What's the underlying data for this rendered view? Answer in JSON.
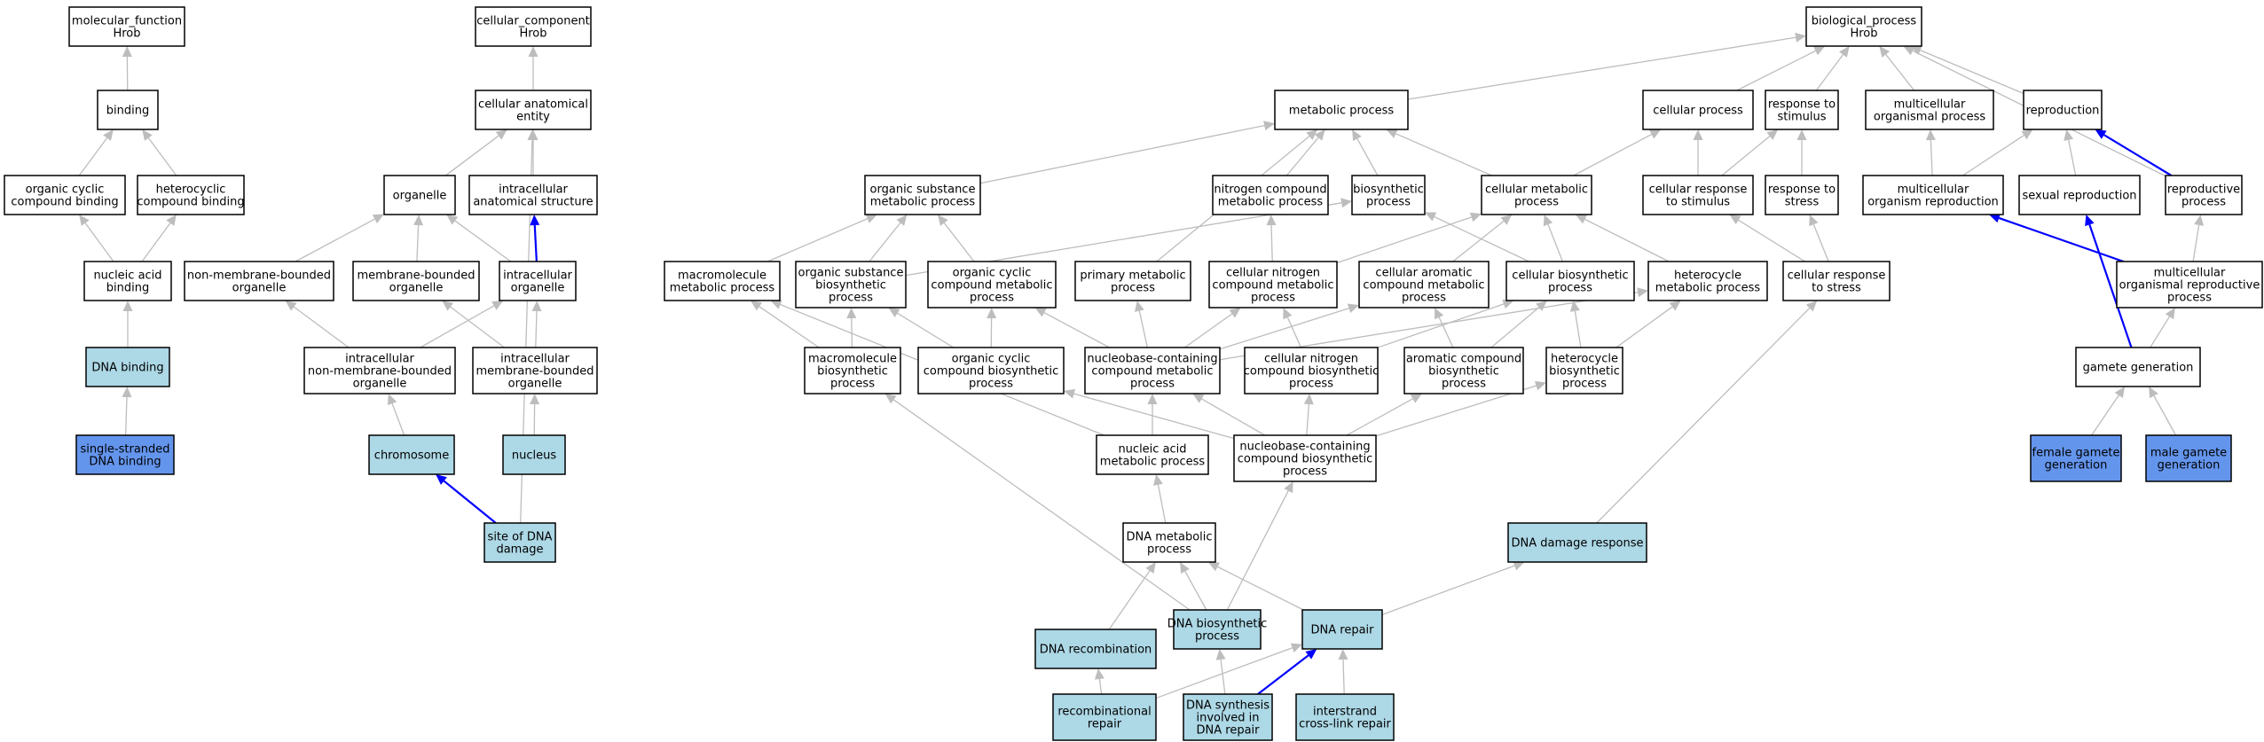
{
  "colors": {
    "default_fill": "#ffffff",
    "light_fill": "#add8e6",
    "dark_fill": "#6495ed",
    "edge_default": "#bdbdbd",
    "edge_highlight": "#0000ff"
  },
  "nodes": {
    "mf": {
      "lines": [
        "molecular_function",
        "Hrob"
      ],
      "fill": "white"
    },
    "binding": {
      "lines": [
        "binding"
      ],
      "fill": "white"
    },
    "ocb": {
      "lines": [
        "organic cyclic",
        "compound binding"
      ],
      "fill": "white"
    },
    "hcb": {
      "lines": [
        "heterocyclic",
        "compound binding"
      ],
      "fill": "white"
    },
    "nab": {
      "lines": [
        "nucleic acid",
        "binding"
      ],
      "fill": "white"
    },
    "dnab": {
      "lines": [
        "DNA binding"
      ],
      "fill": "light"
    },
    "ssdna": {
      "lines": [
        "single-stranded",
        "DNA binding"
      ],
      "fill": "dark"
    },
    "cc": {
      "lines": [
        "cellular_component",
        "Hrob"
      ],
      "fill": "white"
    },
    "cae": {
      "lines": [
        "cellular anatomical",
        "entity"
      ],
      "fill": "white"
    },
    "organelle": {
      "lines": [
        "organelle"
      ],
      "fill": "white"
    },
    "ias": {
      "lines": [
        "intracellular",
        "anatomical structure"
      ],
      "fill": "white"
    },
    "nmbo": {
      "lines": [
        "non-membrane-bounded",
        "organelle"
      ],
      "fill": "white"
    },
    "mbo": {
      "lines": [
        "membrane-bounded",
        "organelle"
      ],
      "fill": "white"
    },
    "io": {
      "lines": [
        "intracellular",
        "organelle"
      ],
      "fill": "white"
    },
    "inmbo": {
      "lines": [
        "intracellular",
        "non-membrane-bounded",
        "organelle"
      ],
      "fill": "white"
    },
    "imbo": {
      "lines": [
        "intracellular",
        "membrane-bounded",
        "organelle"
      ],
      "fill": "white"
    },
    "chrom": {
      "lines": [
        "chromosome"
      ],
      "fill": "light"
    },
    "nucleus": {
      "lines": [
        "nucleus"
      ],
      "fill": "light"
    },
    "sdd": {
      "lines": [
        "site of DNA",
        "damage"
      ],
      "fill": "light"
    },
    "bp": {
      "lines": [
        "biological_process",
        "Hrob"
      ],
      "fill": "white"
    },
    "mp": {
      "lines": [
        "metabolic process"
      ],
      "fill": "white"
    },
    "cp": {
      "lines": [
        "cellular process"
      ],
      "fill": "white"
    },
    "rts": {
      "lines": [
        "response to",
        "stimulus"
      ],
      "fill": "white"
    },
    "mop": {
      "lines": [
        "multicellular",
        "organismal process"
      ],
      "fill": "white"
    },
    "repro": {
      "lines": [
        "reproduction"
      ],
      "fill": "white"
    },
    "osmp": {
      "lines": [
        "organic substance",
        "metabolic process"
      ],
      "fill": "white"
    },
    "ncmp": {
      "lines": [
        "nitrogen compound",
        "metabolic process"
      ],
      "fill": "white"
    },
    "bsp": {
      "lines": [
        "biosynthetic",
        "process"
      ],
      "fill": "white"
    },
    "cmp": {
      "lines": [
        "cellular metabolic",
        "process"
      ],
      "fill": "white"
    },
    "crts": {
      "lines": [
        "cellular response",
        "to stimulus"
      ],
      "fill": "white"
    },
    "rtstress": {
      "lines": [
        "response to",
        "stress"
      ],
      "fill": "white"
    },
    "mor": {
      "lines": [
        "multicellular",
        "organism reproduction"
      ],
      "fill": "white"
    },
    "sr": {
      "lines": [
        "sexual reproduction"
      ],
      "fill": "white"
    },
    "rp": {
      "lines": [
        "reproductive",
        "process"
      ],
      "fill": "white"
    },
    "mmp": {
      "lines": [
        "macromolecule",
        "metabolic process"
      ],
      "fill": "white"
    },
    "osbp": {
      "lines": [
        "organic substance",
        "biosynthetic",
        "process"
      ],
      "fill": "white"
    },
    "occmp": {
      "lines": [
        "organic cyclic",
        "compound metabolic",
        "process"
      ],
      "fill": "white"
    },
    "pmp": {
      "lines": [
        "primary metabolic",
        "process"
      ],
      "fill": "white"
    },
    "cncmp": {
      "lines": [
        "cellular nitrogen",
        "compound metabolic",
        "process"
      ],
      "fill": "white"
    },
    "cacmp": {
      "lines": [
        "cellular aromatic",
        "compound metabolic",
        "process"
      ],
      "fill": "white"
    },
    "cbp": {
      "lines": [
        "cellular biosynthetic",
        "process"
      ],
      "fill": "white"
    },
    "hmp": {
      "lines": [
        "heterocycle",
        "metabolic process"
      ],
      "fill": "white"
    },
    "crtstress": {
      "lines": [
        "cellular response",
        "to stress"
      ],
      "fill": "white"
    },
    "morp": {
      "lines": [
        "multicellular",
        "organismal reproductive",
        "process"
      ],
      "fill": "white"
    },
    "mbp": {
      "lines": [
        "macromolecule",
        "biosynthetic",
        "process"
      ],
      "fill": "white"
    },
    "occbp": {
      "lines": [
        "organic cyclic",
        "compound biosynthetic",
        "process"
      ],
      "fill": "white"
    },
    "nbcmp": {
      "lines": [
        "nucleobase-containing",
        "compound metabolic",
        "process"
      ],
      "fill": "white"
    },
    "cncbp": {
      "lines": [
        "cellular nitrogen",
        "compound biosynthetic",
        "process"
      ],
      "fill": "white"
    },
    "acbp": {
      "lines": [
        "aromatic compound",
        "biosynthetic",
        "process"
      ],
      "fill": "white"
    },
    "hbp": {
      "lines": [
        "heterocycle",
        "biosynthetic",
        "process"
      ],
      "fill": "white"
    },
    "gg": {
      "lines": [
        "gamete generation"
      ],
      "fill": "white"
    },
    "namp": {
      "lines": [
        "nucleic acid",
        "metabolic process"
      ],
      "fill": "white"
    },
    "nbcbp": {
      "lines": [
        "nucleobase-containing",
        "compound biosynthetic",
        "process"
      ],
      "fill": "white"
    },
    "fgg": {
      "lines": [
        "female gamete",
        "generation"
      ],
      "fill": "dark"
    },
    "mgg": {
      "lines": [
        "male gamete",
        "generation"
      ],
      "fill": "dark"
    },
    "dnamp": {
      "lines": [
        "DNA metabolic",
        "process"
      ],
      "fill": "white"
    },
    "ddr": {
      "lines": [
        "DNA damage response"
      ],
      "fill": "light"
    },
    "dnarec": {
      "lines": [
        "DNA recombination"
      ],
      "fill": "light"
    },
    "dnabp": {
      "lines": [
        "DNA biosynthetic",
        "process"
      ],
      "fill": "light"
    },
    "dnarep": {
      "lines": [
        "DNA repair"
      ],
      "fill": "light"
    },
    "recrep": {
      "lines": [
        "recombinational",
        "repair"
      ],
      "fill": "light"
    },
    "dnasyn": {
      "lines": [
        "DNA synthesis",
        "involved in",
        "DNA repair"
      ],
      "fill": "light"
    },
    "icl": {
      "lines": [
        "interstrand",
        "cross-link repair"
      ],
      "fill": "light"
    }
  },
  "edges": [
    [
      "binding",
      "mf",
      "gray"
    ],
    [
      "ocb",
      "binding",
      "gray"
    ],
    [
      "hcb",
      "binding",
      "gray"
    ],
    [
      "nab",
      "ocb",
      "gray"
    ],
    [
      "nab",
      "hcb",
      "gray"
    ],
    [
      "dnab",
      "nab",
      "gray"
    ],
    [
      "ssdna",
      "dnab",
      "gray"
    ],
    [
      "cae",
      "cc",
      "gray"
    ],
    [
      "organelle",
      "cae",
      "gray"
    ],
    [
      "ias",
      "cae",
      "gray"
    ],
    [
      "sdd",
      "cae",
      "gray"
    ],
    [
      "nmbo",
      "organelle",
      "gray"
    ],
    [
      "mbo",
      "organelle",
      "gray"
    ],
    [
      "io",
      "organelle",
      "gray"
    ],
    [
      "io",
      "ias",
      "blue"
    ],
    [
      "inmbo",
      "nmbo",
      "gray"
    ],
    [
      "inmbo",
      "io",
      "gray"
    ],
    [
      "imbo",
      "mbo",
      "gray"
    ],
    [
      "imbo",
      "io",
      "gray"
    ],
    [
      "chrom",
      "inmbo",
      "gray"
    ],
    [
      "nucleus",
      "imbo",
      "gray"
    ],
    [
      "sdd",
      "chrom",
      "blue"
    ],
    [
      "mp",
      "bp",
      "gray"
    ],
    [
      "cp",
      "bp",
      "gray"
    ],
    [
      "rts",
      "bp",
      "gray"
    ],
    [
      "mop",
      "bp",
      "gray"
    ],
    [
      "repro",
      "bp",
      "gray"
    ],
    [
      "rp",
      "bp",
      "gray"
    ],
    [
      "osmp",
      "mp",
      "gray"
    ],
    [
      "ncmp",
      "mp",
      "gray"
    ],
    [
      "bsp",
      "mp",
      "gray"
    ],
    [
      "cmp",
      "mp",
      "gray"
    ],
    [
      "pmp",
      "mp",
      "gray"
    ],
    [
      "cmp",
      "cp",
      "gray"
    ],
    [
      "crts",
      "cp",
      "gray"
    ],
    [
      "crts",
      "rts",
      "gray"
    ],
    [
      "rtstress",
      "rts",
      "gray"
    ],
    [
      "mor",
      "mop",
      "gray"
    ],
    [
      "mor",
      "repro",
      "gray"
    ],
    [
      "sr",
      "repro",
      "gray"
    ],
    [
      "rp",
      "repro",
      "blue"
    ],
    [
      "mmp",
      "osmp",
      "gray"
    ],
    [
      "osbp",
      "osmp",
      "gray"
    ],
    [
      "occmp",
      "osmp",
      "gray"
    ],
    [
      "osbp",
      "bsp",
      "gray"
    ],
    [
      "cncmp",
      "ncmp",
      "gray"
    ],
    [
      "cncmp",
      "cmp",
      "gray"
    ],
    [
      "cacmp",
      "cmp",
      "gray"
    ],
    [
      "cbp",
      "cmp",
      "gray"
    ],
    [
      "cbp",
      "bsp",
      "gray"
    ],
    [
      "hmp",
      "cmp",
      "gray"
    ],
    [
      "crtstress",
      "crts",
      "gray"
    ],
    [
      "crtstress",
      "rtstress",
      "gray"
    ],
    [
      "morp",
      "mor",
      "blue"
    ],
    [
      "morp",
      "rp",
      "gray"
    ],
    [
      "mbp",
      "mmp",
      "gray"
    ],
    [
      "mbp",
      "osbp",
      "gray"
    ],
    [
      "occbp",
      "occmp",
      "gray"
    ],
    [
      "occbp",
      "osbp",
      "gray"
    ],
    [
      "nbcmp",
      "occmp",
      "gray"
    ],
    [
      "nbcmp",
      "pmp",
      "gray"
    ],
    [
      "nbcmp",
      "cncmp",
      "gray"
    ],
    [
      "nbcmp",
      "cacmp",
      "gray"
    ],
    [
      "nbcmp",
      "hmp",
      "gray"
    ],
    [
      "cncbp",
      "cncmp",
      "gray"
    ],
    [
      "cncbp",
      "cbp",
      "gray"
    ],
    [
      "acbp",
      "cacmp",
      "gray"
    ],
    [
      "acbp",
      "cbp",
      "gray"
    ],
    [
      "hbp",
      "hmp",
      "gray"
    ],
    [
      "hbp",
      "cbp",
      "gray"
    ],
    [
      "gg",
      "sr",
      "blue"
    ],
    [
      "gg",
      "morp",
      "gray"
    ],
    [
      "namp",
      "nbcmp",
      "gray"
    ],
    [
      "namp",
      "mmp",
      "gray"
    ],
    [
      "nbcbp",
      "nbcmp",
      "gray"
    ],
    [
      "nbcbp",
      "occbp",
      "gray"
    ],
    [
      "nbcbp",
      "cncbp",
      "gray"
    ],
    [
      "nbcbp",
      "acbp",
      "gray"
    ],
    [
      "nbcbp",
      "hbp",
      "gray"
    ],
    [
      "fgg",
      "gg",
      "gray"
    ],
    [
      "mgg",
      "gg",
      "gray"
    ],
    [
      "dnamp",
      "namp",
      "gray"
    ],
    [
      "ddr",
      "crtstress",
      "gray"
    ],
    [
      "dnarec",
      "dnamp",
      "gray"
    ],
    [
      "dnabp",
      "dnamp",
      "gray"
    ],
    [
      "dnabp",
      "nbcbp",
      "gray"
    ],
    [
      "dnabp",
      "mbp",
      "gray"
    ],
    [
      "dnarep",
      "dnamp",
      "gray"
    ],
    [
      "dnarep",
      "ddr",
      "gray"
    ],
    [
      "recrep",
      "dnarec",
      "gray"
    ],
    [
      "recrep",
      "dnarep",
      "gray"
    ],
    [
      "dnasyn",
      "dnabp",
      "gray"
    ],
    [
      "dnasyn",
      "dnarep",
      "blue"
    ],
    [
      "icl",
      "dnarep",
      "gray"
    ]
  ]
}
